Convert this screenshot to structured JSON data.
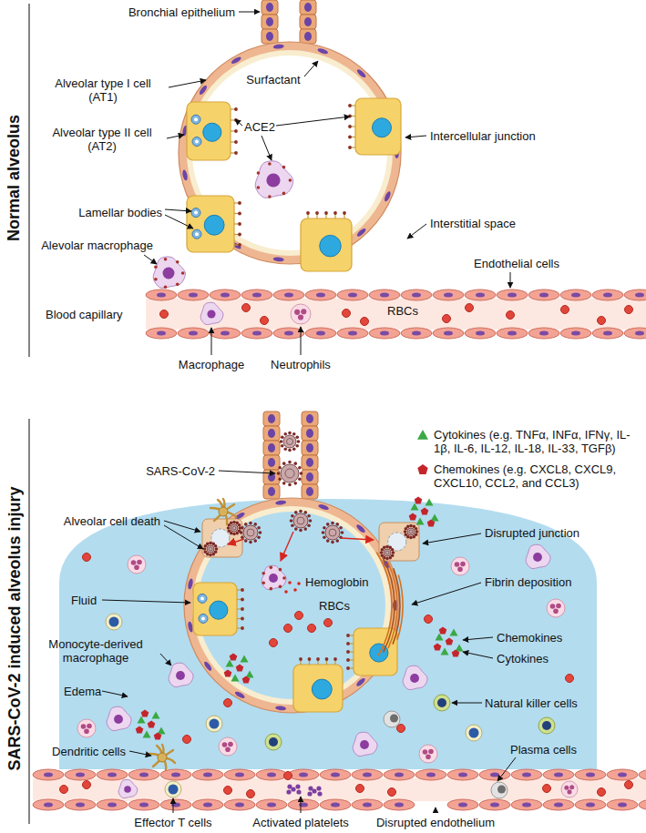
{
  "diagram": {
    "labels": [
      "Bronchial epithelium",
      "Alveolar type I cell (AT1)",
      "Surfactant",
      "ACE2",
      "Alveolar type II cell (AT2)",
      "Intercellular junction",
      "Lamellar bodies",
      "Interstitial space",
      "Alevolar macrophage",
      "Endothelial cells",
      "Blood capillary",
      "RBCs",
      "Macrophage",
      "Neutrophils",
      "Normal alveolus",
      "SARS-CoV-2",
      "Alveolar cell death",
      "Disrupted junction",
      "Hemoglobin",
      "RBCs",
      "Fluid",
      "Fibrin deposition",
      "Monocyte-derived macrophage",
      "Chemokines",
      "Cytokines",
      "Edema",
      "Natural killer cells",
      "Dendritic cells",
      "Plasma cells",
      "Effector T cells",
      "Activated platelets",
      "Disrupted endothelium",
      "SARS-CoV-2 induced alveolus injury"
    ],
    "legend": [
      {
        "text": "Cytokines (e.g. TNFα, INFα, IFNγ, IL-1β, IL-6, IL-12, IL-18, IL-33, TGFβ)"
      },
      {
        "text": "Chemokines (e.g. CXCL8, CXCL9, CXCL10, CCL2, and CCL3)"
      }
    ]
  }
}
